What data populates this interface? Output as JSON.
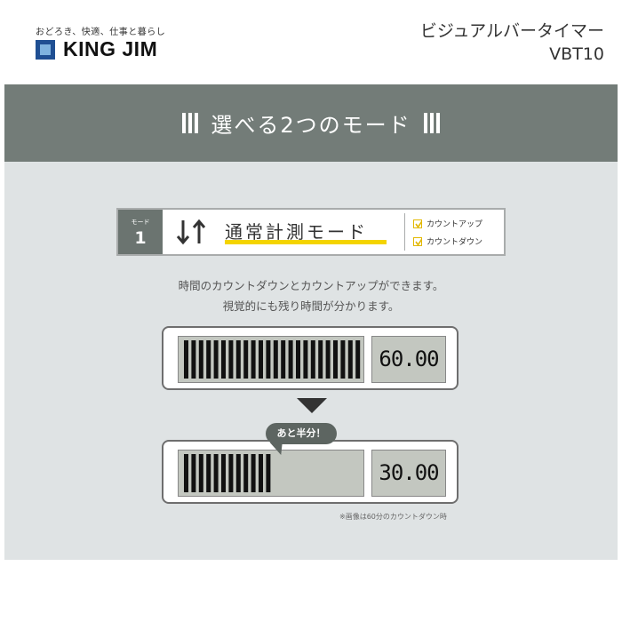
{
  "header": {
    "tagline": "おどろき、快適、仕事と暮らし",
    "brand_name": "KING JIM",
    "product_title": "ビジュアルバータイマー",
    "product_model": "VBT10"
  },
  "banner": {
    "title": "選べる2つのモード"
  },
  "mode": {
    "badge_label": "モード",
    "badge_number": "1",
    "name": "通常計測モード",
    "options": [
      "カウントアップ",
      "カウントダウン"
    ],
    "option_checked": [
      true,
      true
    ]
  },
  "description": {
    "line1": "時間のカウントダウンとカウントアップができます。",
    "line2": "視覚的にも残り時間が分かります。"
  },
  "timers": [
    {
      "display": "60.00",
      "bar_fill": 1.0
    },
    {
      "display": "30.00",
      "bar_fill": 0.5
    }
  ],
  "bubble": "あと半分！",
  "footnote": "※画像は60分のカウントダウン時",
  "colors": {
    "banner": "#737c78",
    "panel": "#dfe3e4",
    "accent": "#f4d400",
    "brand": "#1f4f93"
  }
}
